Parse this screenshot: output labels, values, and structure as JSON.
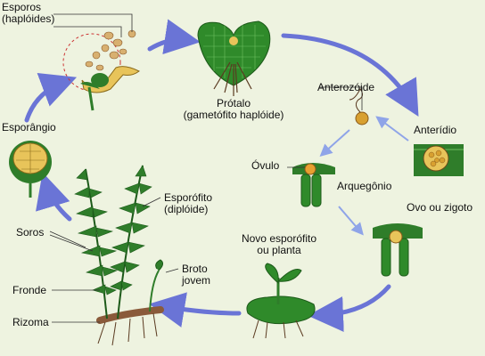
{
  "colors": {
    "background": "#eef3e0",
    "arrow_blue": "#6a74d6",
    "arrow_light": "#8fa4e8",
    "leaf_green": "#2f7d2a",
    "leaf_dark": "#1d5a1a",
    "cell_yellow": "#e8c45a",
    "root_brown": "#8a5a3a"
  },
  "labels": {
    "esporos": "Esporos\n(haplóides)",
    "protalo": "Prótalo\n(gametófito haplóide)",
    "anterozoide": "Anterozóide",
    "anteridio": "Anterídio",
    "esporangio": "Esporângio",
    "ovulo": "Óvulo",
    "arquegonio": "Arquegônio",
    "ovo_zigoto": "Ovo ou zigoto",
    "esporofito": "Esporófito\n(diplóide)",
    "soros": "Soros",
    "novo_esporofito": "Novo esporófito\nou planta",
    "fronde": "Fronde",
    "broto": "Broto\njovem",
    "rizoma": "Rizoma"
  },
  "icons": [
    "spore-icon",
    "prothallus-icon",
    "antherozoid-icon",
    "antheridium-icon",
    "sporangium-icon",
    "archegonium-icon",
    "zygote-icon",
    "young-sporophyte-icon",
    "fern-plant-icon",
    "cycle-arrow-icon"
  ]
}
